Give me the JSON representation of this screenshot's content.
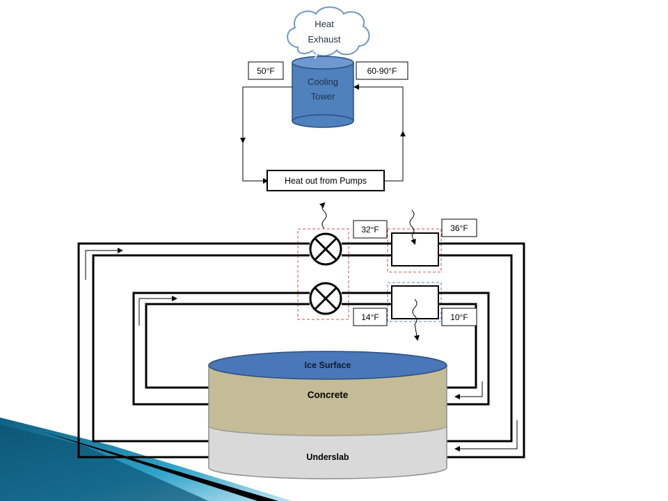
{
  "heat_exhaust": {
    "line1": "Heat",
    "line2": "Exhaust"
  },
  "cooling_tower": {
    "line1": "Cooling",
    "line2": "Tower"
  },
  "temps": {
    "tower_out": "50°F",
    "tower_in": "60-90°F",
    "upper_left": "32°F",
    "upper_right": "36°F",
    "lower_left": "14°F",
    "lower_right": "10°F"
  },
  "pump_box": "Heat out from Pumps",
  "layers": {
    "ice": "Ice Surface",
    "concrete": "Concrete",
    "underslab": "Underslab"
  },
  "colors": {
    "tower_blue": "#4f81bd",
    "ice_blue": "#4a77b7",
    "concrete": "#c4bc96",
    "underslab": "#d9d9d9",
    "dashed_red": "#c0504d",
    "dashed_blue": "#4f81bd",
    "corner_teal": "#1b7a9e"
  }
}
